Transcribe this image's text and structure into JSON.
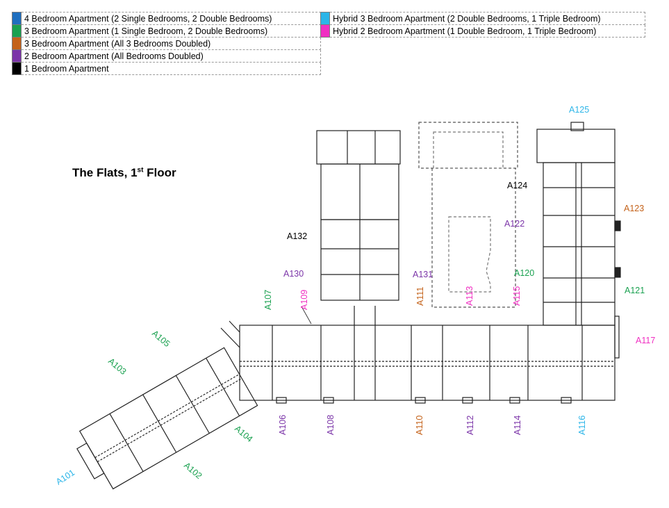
{
  "title": {
    "main": "The Flats, 1",
    "sup": "st",
    "tail": " Floor"
  },
  "legend_left": [
    {
      "color": "#1f6fbf",
      "label": "4 Bedroom Apartment (2 Single Bedrooms, 2 Double Bedrooms)"
    },
    {
      "color": "#1aa150",
      "label": "3 Bedroom Apartment (1 Single Bedroom, 2 Double Bedrooms)"
    },
    {
      "color": "#c4621a",
      "label": "3 Bedroom Apartment (All 3 Bedrooms Doubled)"
    },
    {
      "color": "#7b34a8",
      "label": "2 Bedroom Apartment (All Bedrooms Doubled)"
    },
    {
      "color": "#000000",
      "label": "1 Bedroom Apartment"
    }
  ],
  "legend_right": [
    {
      "color": "#2cb5e8",
      "label": "Hybrid 3 Bedroom Apartment (2 Double Bedrooms, 1 Triple Bedroom)"
    },
    {
      "color": "#f02fc2",
      "label": "Hybrid 2 Bedroom Apartment (1 Double Bedroom, 1 Triple Bedroom)"
    }
  ],
  "colors": {
    "blue": "#1f6fbf",
    "green": "#1aa150",
    "orange": "#c4621a",
    "purple": "#7b34a8",
    "black": "#000000",
    "cyan": "#2cb5e8",
    "magenta": "#f02fc2"
  },
  "units": {
    "A101": "A101",
    "A102": "A102",
    "A103": "A103",
    "A104": "A104",
    "A105": "A105",
    "A106": "A106",
    "A107": "A107",
    "A108": "A108",
    "A109": "A109",
    "A110": "A110",
    "A111": "A111",
    "A112": "A112",
    "A113": "A113",
    "A114": "A114",
    "A115": "A115",
    "A116": "A116",
    "A117": "A117",
    "A120": "A120",
    "A121": "A121",
    "A122": "A122",
    "A123": "A123",
    "A124": "A124",
    "A125": "A125",
    "A130": "A130",
    "A131": "A131",
    "A132": "A132"
  }
}
